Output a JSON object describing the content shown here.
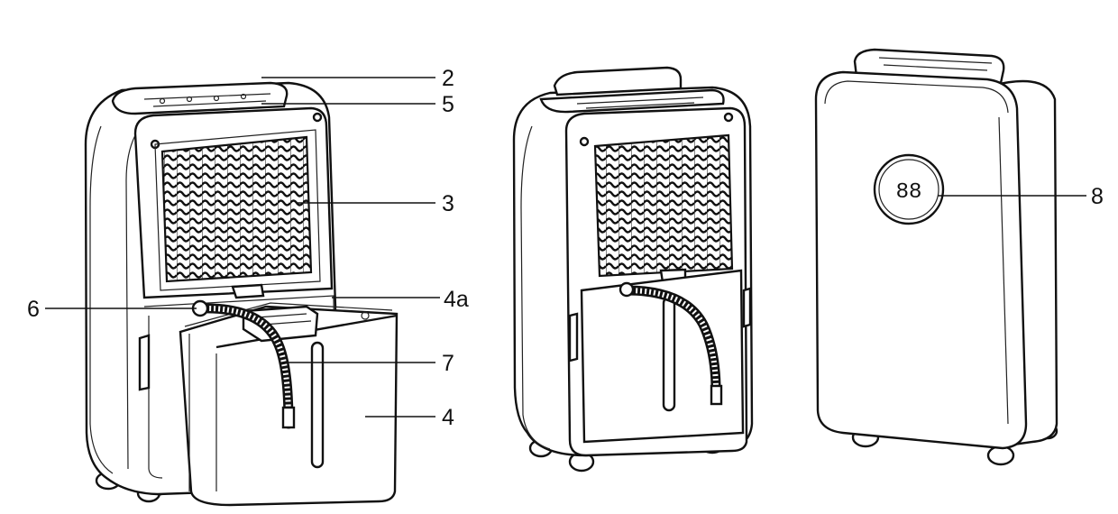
{
  "callouts": {
    "c2": "2",
    "c5": "5",
    "c3": "3",
    "c4a": "4a",
    "c6": "6",
    "c7": "7",
    "c4": "4",
    "c8": "8"
  },
  "display_readout": "88"
}
